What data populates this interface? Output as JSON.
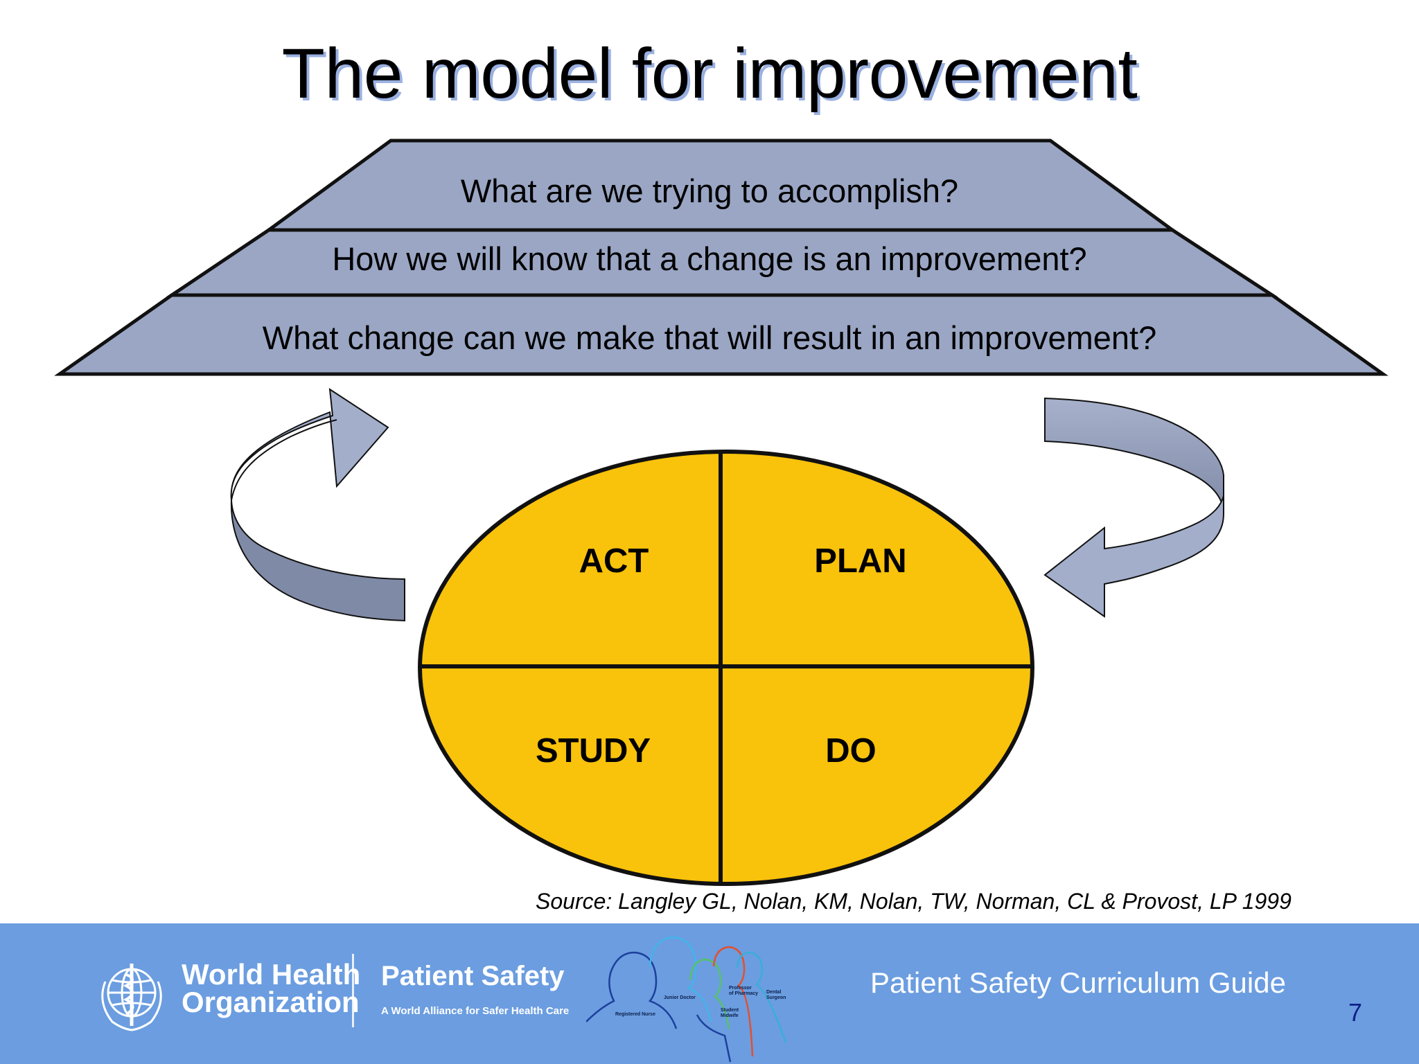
{
  "title": "The model for improvement",
  "questions": [
    "What are we trying to accomplish?",
    "How we will know that a change is an improvement?",
    "What change can we make that will result in an improvement?"
  ],
  "cycle": {
    "act": "ACT",
    "plan": "PLAN",
    "study": "STUDY",
    "do": "DO"
  },
  "source": "Source: Langley GL, Nolan, KM, Nolan, TW, Norman, CL & Provost, LP 1999",
  "footer": {
    "org_line1": "World Health",
    "org_line2": "Organization",
    "program_title": "Patient Safety",
    "program_subtitle": "A World Alliance for Safer Health Care",
    "people": {
      "registered_nurse": "Registered Nurse",
      "junior_doctor": "Junior Doctor",
      "professor_pharmacy_1": "Professor",
      "professor_pharmacy_2": "of Pharmacy",
      "dental_1": "Dental",
      "dental_2": "Surgeon",
      "midwife_1": "Student",
      "midwife_2": "Midwife"
    },
    "curriculum": "Patient Safety Curriculum Guide",
    "page_number": "7"
  },
  "colors": {
    "trapezoid": "#9aa6c4",
    "cycle_fill": "#f9c20b",
    "arrow_fill": "#8f9bb8",
    "footer_bg": "#6b9de0"
  },
  "icons": [
    "who-emblem-icon",
    "circular-arrow-icon",
    "people-silhouettes-icon"
  ]
}
